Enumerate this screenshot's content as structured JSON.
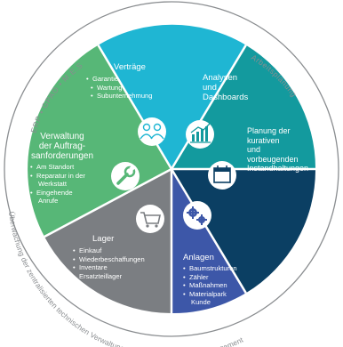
{
  "ring": {
    "top_left": "ERP • GPAO • M.E.S",
    "top_right": "Arbeitsplanung",
    "bottom": "Überwachung der zentralisierten technischen Verwaltung / technisches Gebäudemanagement"
  },
  "colors": {
    "ring_gray": "#8a8d90",
    "vertraege": "#1fb6d3",
    "analysen": "#139a9e",
    "planung": "#0b3f63",
    "anlagen": "#3d57a8",
    "lager": "#7b7e82",
    "verwaltung": "#57b777",
    "white": "#ffffff"
  },
  "segments": {
    "vertraege": {
      "title": "Verträge",
      "items": [
        "Garantie",
        "Wartung",
        "Subunternehmung"
      ],
      "icon": "people-icon"
    },
    "analysen": {
      "title_lines": [
        "Analysen",
        "und",
        "Dashboards"
      ],
      "icon": "chart-icon"
    },
    "planung": {
      "title_lines": [
        "Planung der",
        "kurativen",
        "und",
        "vorbeugenden",
        "Instandhaltungen"
      ],
      "icon": "calendar-icon"
    },
    "anlagen": {
      "title": "Anlagen",
      "items": [
        "Baumstrukturen",
        "Zähler",
        "Maßnahmen",
        "Materialpark",
        "Kunde"
      ],
      "icon": "gears-icon"
    },
    "lager": {
      "title": "Lager",
      "items": [
        "Einkauf",
        "Wiederbeschaffungen",
        "Inventare",
        "Ersatzteillager"
      ],
      "icon": "cart-icon"
    },
    "verwaltung": {
      "title_lines": [
        "Verwaltung",
        "der Auftrag-",
        "sanforderungen"
      ],
      "items": [
        "Am Standort",
        "Reparatur in der",
        "Werkstatt",
        "Eingehende",
        "Anrufe"
      ],
      "icon": "wrench-icon"
    }
  }
}
